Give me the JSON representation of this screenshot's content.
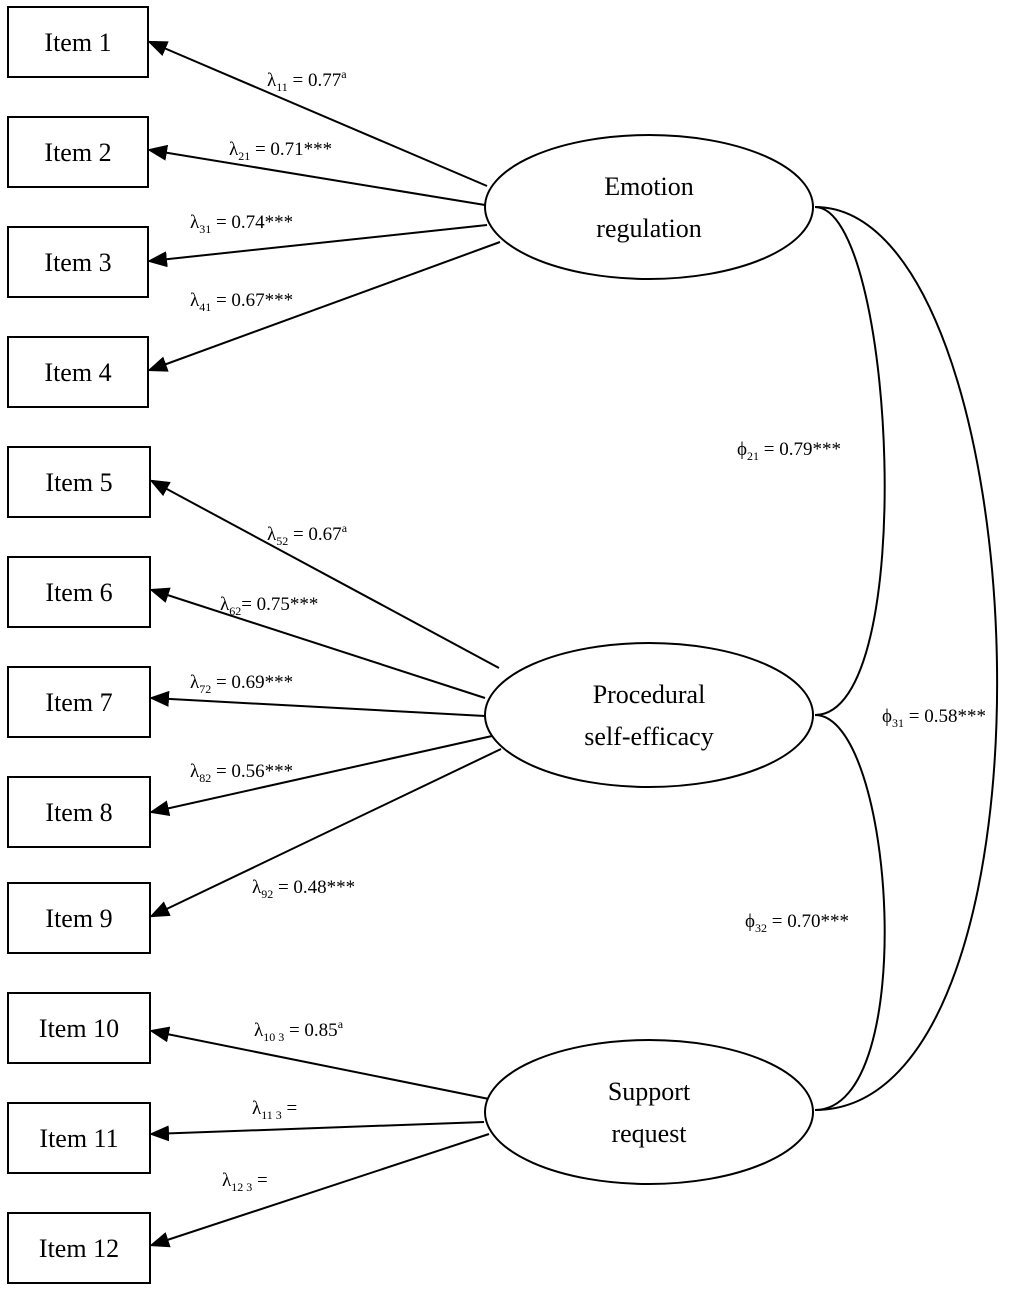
{
  "items": [
    {
      "id": "item-1",
      "label": "Item 1"
    },
    {
      "id": "item-2",
      "label": "Item 2"
    },
    {
      "id": "item-3",
      "label": "Item 3"
    },
    {
      "id": "item-4",
      "label": "Item 4"
    },
    {
      "id": "item-5",
      "label": "Item 5"
    },
    {
      "id": "item-6",
      "label": "Item 6"
    },
    {
      "id": "item-7",
      "label": "Item 7"
    },
    {
      "id": "item-8",
      "label": "Item 8"
    },
    {
      "id": "item-9",
      "label": "Item 9"
    },
    {
      "id": "item-10",
      "label": "Item 10"
    },
    {
      "id": "item-11",
      "label": "Item 11"
    },
    {
      "id": "item-12",
      "label": "Item 12"
    }
  ],
  "factors": [
    {
      "id": "emotion-regulation",
      "line1": "Emotion",
      "line2": "regulation"
    },
    {
      "id": "procedural-self-efficacy",
      "line1": "Procedural",
      "line2": "self-efficacy"
    },
    {
      "id": "support-request",
      "line1": "Support",
      "line2": "request"
    }
  ],
  "loadings": [
    {
      "item": 0,
      "factor": 0,
      "symbol": "λ",
      "sub": "11",
      "value": " = 0.77",
      "sup": "a"
    },
    {
      "item": 1,
      "factor": 0,
      "symbol": "λ",
      "sub": "21",
      "value": " = 0.71***",
      "sup": ""
    },
    {
      "item": 2,
      "factor": 0,
      "symbol": "λ",
      "sub": "31",
      "value": " = 0.74***",
      "sup": ""
    },
    {
      "item": 3,
      "factor": 0,
      "symbol": "λ",
      "sub": "41",
      "value": " = 0.67***",
      "sup": ""
    },
    {
      "item": 4,
      "factor": 1,
      "symbol": "λ",
      "sub": "52",
      "value": " = 0.67",
      "sup": "a"
    },
    {
      "item": 5,
      "factor": 1,
      "symbol": "λ",
      "sub": "62",
      "value": "= 0.75***",
      "sup": ""
    },
    {
      "item": 6,
      "factor": 1,
      "symbol": "λ",
      "sub": "72",
      "value": " = 0.69***",
      "sup": ""
    },
    {
      "item": 7,
      "factor": 1,
      "symbol": "λ",
      "sub": "82",
      "value": " = 0.56***",
      "sup": ""
    },
    {
      "item": 8,
      "factor": 1,
      "symbol": "λ",
      "sub": "92",
      "value": " = 0.48***",
      "sup": ""
    },
    {
      "item": 9,
      "factor": 2,
      "symbol": "λ",
      "sub": "10 3",
      "value": " = 0.85",
      "sup": "a"
    },
    {
      "item": 10,
      "factor": 2,
      "symbol": "λ",
      "sub": "11 3",
      "value": " =",
      "sup": ""
    },
    {
      "item": 11,
      "factor": 2,
      "symbol": "λ",
      "sub": "12 3",
      "value": " =",
      "sup": ""
    }
  ],
  "correlations": [
    {
      "from": 1,
      "to": 0,
      "symbol": "ϕ",
      "sub": "21",
      "value": " = 0.79***"
    },
    {
      "from": 2,
      "to": 0,
      "symbol": "ϕ",
      "sub": "31",
      "value": " = 0.58***"
    },
    {
      "from": 2,
      "to": 1,
      "symbol": "ϕ",
      "sub": "32",
      "value": " = 0.70***"
    }
  ]
}
